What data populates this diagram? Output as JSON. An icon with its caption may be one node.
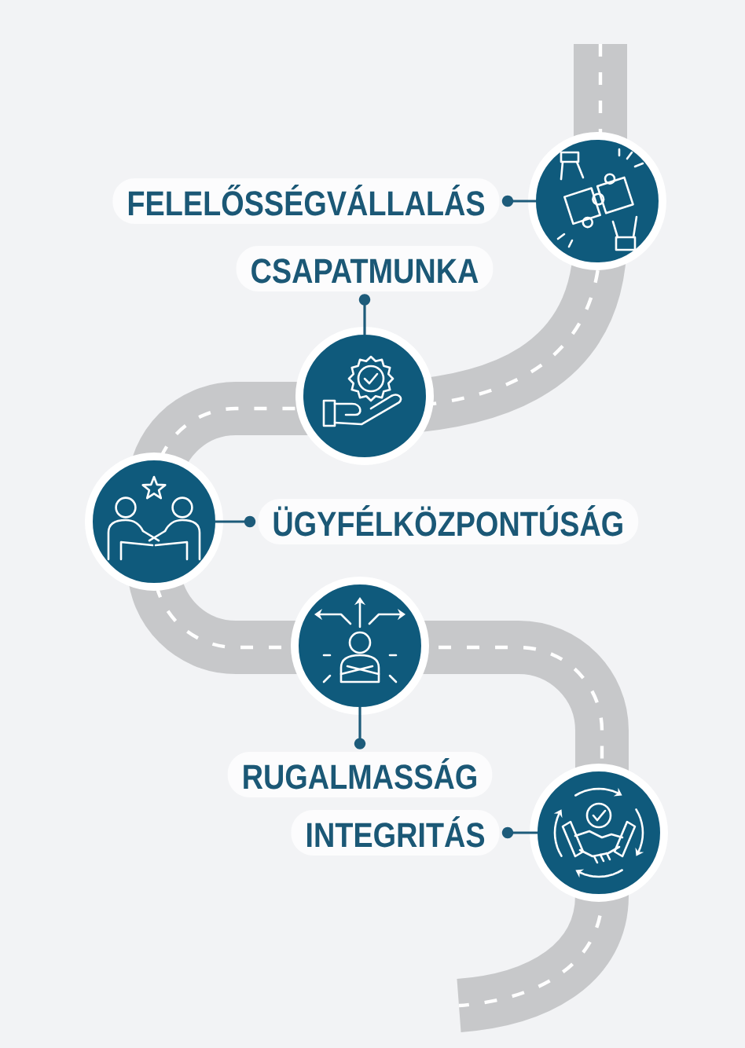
{
  "diagram": {
    "nodes": [
      {
        "text": [
          "FELELŐSSÉGVÁLLALÁS"
        ]
      },
      {
        "text": [],
        "shape": "circle"
      },
      {
        "text": [
          "CSAPATMUNKA"
        ]
      },
      {
        "text": [],
        "shape": "circle"
      },
      {
        "text": [],
        "shape": "circle"
      },
      {
        "text": [
          "ÜGYFÉLKÖZPONTÚSÁG"
        ]
      },
      {
        "text": [],
        "shape": "circle"
      },
      {
        "text": [
          "RUGALMASSÁG"
        ]
      },
      {
        "text": [
          "INTEGRITÁS"
        ]
      },
      {
        "text": [],
        "shape": "circle"
      }
    ],
    "edges": [
      {
        "from": 0,
        "to": 1,
        "arrow": "other"
      },
      {
        "from": 2,
        "to": 3,
        "arrow": "other"
      },
      {
        "from": 5,
        "to": 4,
        "arrow": "other"
      },
      {
        "from": 7,
        "to": 6,
        "arrow": "other"
      },
      {
        "from": 8,
        "to": 9,
        "arrow": "other"
      }
    ]
  }
}
